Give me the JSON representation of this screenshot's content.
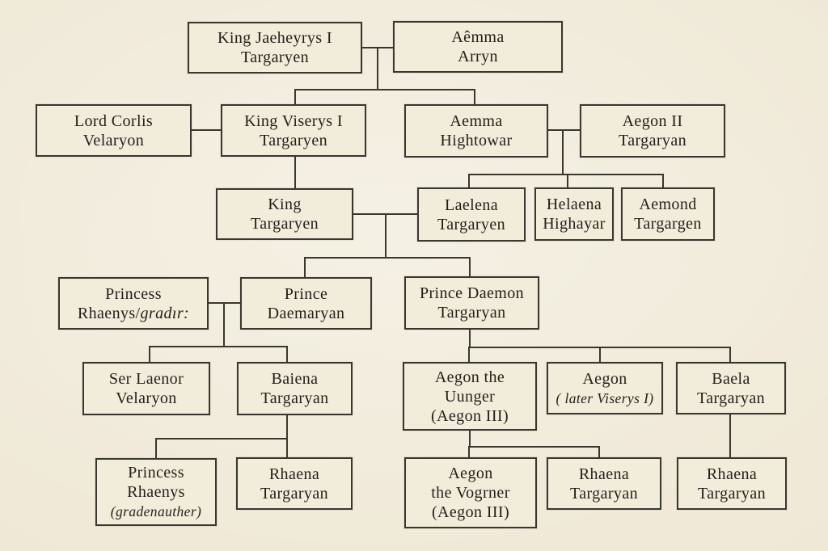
{
  "diagram": {
    "kind": "family-tree",
    "palette": {
      "background": "#efe8d6",
      "box_fill": "#f2ecda",
      "line_color": "#3a372f",
      "text_color": "#221f18"
    }
  },
  "nodes": {
    "jaeheyrys": {
      "lines": [
        "King Jaeheyrys I",
        "Targaryen"
      ]
    },
    "aemma_arryn": {
      "lines": [
        "Aêmma",
        "Arryn"
      ]
    },
    "lord_corlis": {
      "lines": [
        "Lord Corlis",
        "Velaryon"
      ]
    },
    "king_viserys": {
      "lines": [
        "King Viserys I",
        "Targaryen"
      ]
    },
    "aemma_hightowar": {
      "lines": [
        "Aemma",
        "Hightowar"
      ]
    },
    "aegon_ii": {
      "lines": [
        "Aegon II",
        "Targaryan"
      ]
    },
    "king_targaryen": {
      "lines": [
        "King",
        "Targaryen"
      ]
    },
    "laelena": {
      "lines": [
        "Laelena",
        "Targaryen"
      ]
    },
    "helaena": {
      "lines": [
        "Helaena",
        "Highayar"
      ]
    },
    "aemond": {
      "lines": [
        "Aemond",
        "Targargen"
      ]
    },
    "princess_rhaenys": {
      "line1": "Princess",
      "line2_normal": "Rhaenys/",
      "line2_italic": "gradır:"
    },
    "prince_daemaryan": {
      "lines": [
        "Prince",
        "Daemaryan"
      ]
    },
    "prince_daemon": {
      "lines": [
        "Prince Daemon",
        "Targaryan"
      ]
    },
    "ser_laenor": {
      "lines": [
        "Ser Laenor",
        "Velaryon"
      ]
    },
    "baiena": {
      "lines": [
        "Baiena",
        "Targaryan"
      ]
    },
    "aegon_younger": {
      "lines": [
        "Aegon the",
        "Uunger",
        "(Aegon III)"
      ]
    },
    "aegon_later": {
      "line1": "Aegon",
      "line2_italic": "( later Viserys I)"
    },
    "baela": {
      "lines": [
        "Baela",
        "Targaryan"
      ]
    },
    "princess_rhaenys_2": {
      "line1": "Princess",
      "line2": "Rhaenys",
      "line3_italic": "(gradenauther)"
    },
    "aegon_vogrner": {
      "lines": [
        "Aegon",
        "the Vogrner",
        "(Aegon III)"
      ]
    },
    "rhaena_1": {
      "lines": [
        "Rhaena",
        "Targaryan"
      ]
    },
    "rhaena_2": {
      "lines": [
        "Rhaena",
        "Targaryan"
      ]
    },
    "rhaena_3": {
      "lines": [
        "Rhaena",
        "Targaryan"
      ]
    }
  }
}
